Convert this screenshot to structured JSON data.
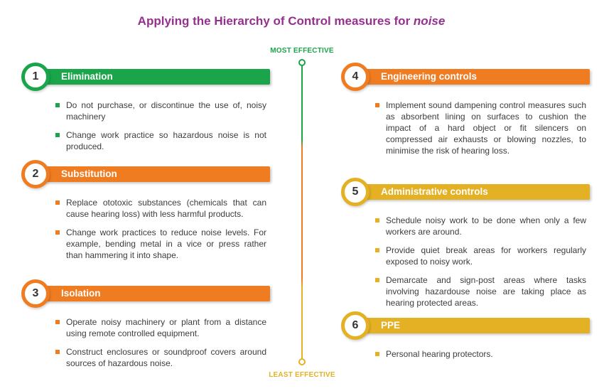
{
  "title": {
    "main": "Applying the Hierarchy of Control measures for",
    "emphasis": "noise"
  },
  "scale": {
    "top": "MOST EFFECTIVE",
    "bottom": "LEAST EFFECTIVE"
  },
  "colors": {
    "green": "#1aa54a",
    "orange": "#f07c22",
    "yellow": "#e4b124",
    "title": "#96308f"
  },
  "controls": [
    {
      "number": "1",
      "name": "Elimination",
      "color": "green",
      "items": [
        "Do not purchase, or discontinue the use of, noisy machinery",
        "Change work practice so hazardous noise is not produced."
      ]
    },
    {
      "number": "2",
      "name": "Substitution",
      "color": "orange",
      "items": [
        "Replace ototoxic substances (chemicals that can cause hearing loss) with less harmful products.",
        "Change work practices to reduce noise levels. For example, bending metal in a vice or press rather than hammering it into shape."
      ]
    },
    {
      "number": "3",
      "name": "Isolation",
      "color": "orange",
      "items": [
        "Operate noisy machinery or plant from a distance using remote controlled equipment.",
        "Construct enclosures or soundproof covers around sources of hazardous noise."
      ]
    },
    {
      "number": "4",
      "name": "Engineering controls",
      "color": "orange",
      "items": [
        "Implement sound dampening control measures such as absorbent lining on surfaces to cushion the impact of a hard object or fit silencers on compressed air exhausts or blowing nozzles, to minimise the risk of hearing loss."
      ]
    },
    {
      "number": "5",
      "name": "Administrative controls",
      "color": "yellow",
      "items": [
        "Schedule noisy work to be done when only a few workers are around.",
        "Provide quiet break areas for workers regularly exposed to noisy work.",
        "Demarcate and sign-post areas where tasks involving hazardouse noise are taking place as hearing protected areas."
      ]
    },
    {
      "number": "6",
      "name": "PPE",
      "color": "yellow",
      "items": [
        "Personal hearing protectors."
      ]
    }
  ]
}
